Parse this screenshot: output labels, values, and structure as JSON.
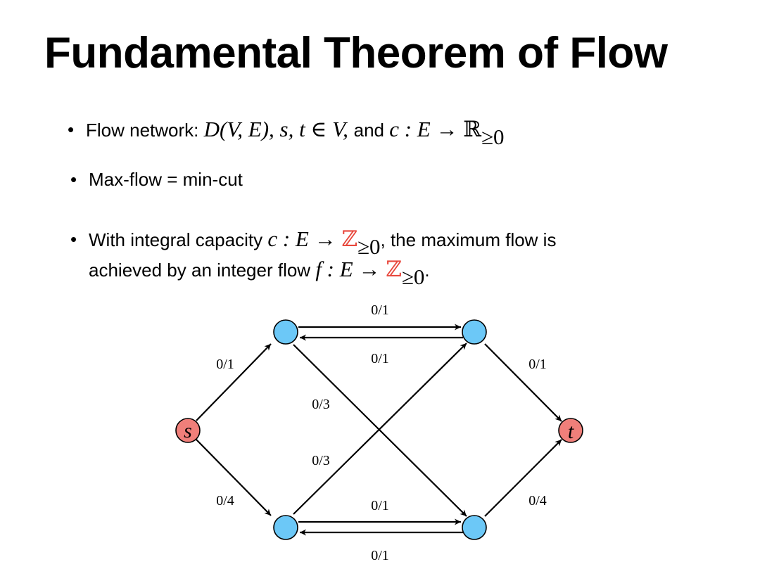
{
  "slide": {
    "title": "Fundamental Theorem of Flow"
  },
  "bullets": {
    "b1": {
      "prefix": "Flow network: ",
      "graph": "D(V, E), ",
      "st": "s, t ∈ V, ",
      "and": "and ",
      "cap": "c : E → ",
      "set": "ℝ",
      "sub": "≥0"
    },
    "b2": {
      "text": "Max-flow = min-cut"
    },
    "b3": {
      "prefix": "With integral capacity ",
      "cap": "c : E → ",
      "set": "ℤ",
      "sub": "≥0",
      "mid": ", the maximum flow is",
      "line2": "achieved by an integer flow ",
      "flow": "f : E → ",
      "set2": "ℤ",
      "sub2": "≥0",
      "end": "."
    }
  },
  "diagram": {
    "nodes": {
      "s": {
        "label": "s",
        "color": "#f07f7a"
      },
      "t": {
        "label": "t",
        "color": "#f07f7a"
      },
      "u1": {
        "label": "",
        "color": "#6cc8f7"
      },
      "u2": {
        "label": "",
        "color": "#6cc8f7"
      },
      "v1": {
        "label": "",
        "color": "#6cc8f7"
      },
      "v2": {
        "label": "",
        "color": "#6cc8f7"
      }
    },
    "edges": {
      "s_u1": "0/1",
      "s_v1": "0/4",
      "u1_u2": "0/1",
      "u2_u1": "0/1",
      "u1_v2": "0/3",
      "v1_u2": "0/3",
      "v1_v2": "0/1",
      "v2_v1": "0/1",
      "u2_t": "0/1",
      "v2_t": "0/4"
    }
  }
}
